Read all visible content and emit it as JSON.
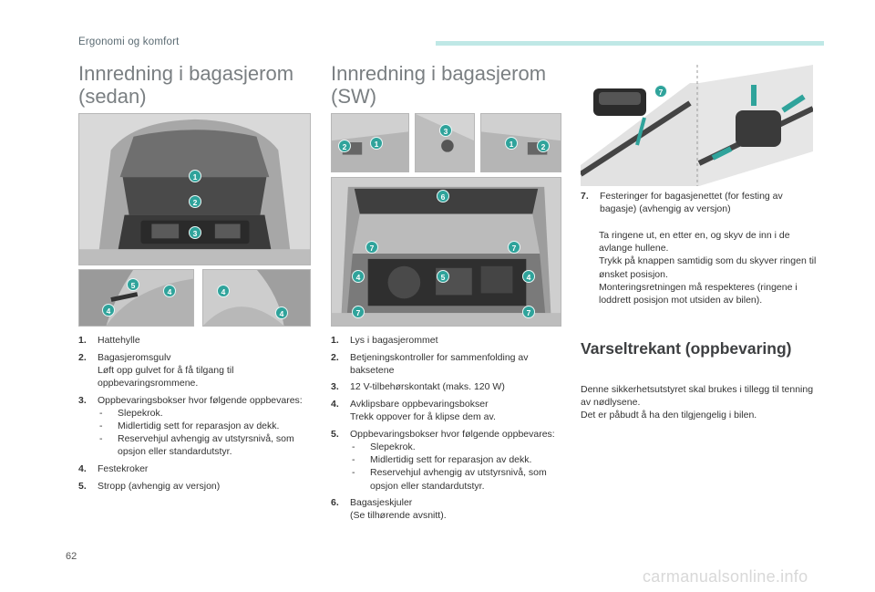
{
  "header": {
    "section": "Ergonomi og komfort"
  },
  "sedan": {
    "title_line1": "Innredning i bagasjerom",
    "title_line2": "(sedan)",
    "items": [
      {
        "num": "1.",
        "text": "Hattehylle"
      },
      {
        "num": "2.",
        "text": "Bagasjeromsgulv",
        "sub": "Løft opp gulvet for å få tilgang til oppbevaringsrommene."
      },
      {
        "num": "3.",
        "text": "Oppbevaringsbokser hvor følgende oppbevares:",
        "dashes": [
          "Slepekrok.",
          "Midlertidig sett for reparasjon av dekk.",
          "Reservehjul avhengig av utstyrsnivå, som opsjon eller standardutstyr."
        ]
      },
      {
        "num": "4.",
        "text": "Festekroker"
      },
      {
        "num": "5.",
        "text": "Stropp (avhengig av versjon)"
      }
    ]
  },
  "sw": {
    "title_line1": "Innredning i bagasjerom",
    "title_line2": "(SW)",
    "items": [
      {
        "num": "1.",
        "text": "Lys i bagasjerommet"
      },
      {
        "num": "2.",
        "text": "Betjeningskontroller for sammenfolding av baksetene"
      },
      {
        "num": "3.",
        "text": "12 V-tilbehørskontakt (maks. 120 W)"
      },
      {
        "num": "4.",
        "text": "Avklipsbare oppbevaringsbokser",
        "sub": "Trekk oppover for å klipse dem av."
      },
      {
        "num": "5.",
        "text": "Oppbevaringsbokser hvor følgende oppbevares:",
        "dashes": [
          "Slepekrok.",
          "Midlertidig sett for reparasjon av dekk.",
          "Reservehjul avhengig av utstyrsnivå, som opsjon eller standardutstyr."
        ]
      },
      {
        "num": "6.",
        "text": "Bagasjeskjuler",
        "sub": "(Se tilhørende avsnitt)."
      }
    ]
  },
  "net": {
    "item7_num": "7.",
    "item7_text": "Festeringer for bagasjenettet (for festing av bagasje) (avhengig av versjon)",
    "bullet_mark": "",
    "bullets": [
      "Ta ringene ut, en etter en, og skyv de inn i de avlange hullene.",
      "Trykk på knappen samtidig som du skyver ringen til ønsket posisjon.",
      "Monteringsretningen må respekteres (ringene i loddrett posisjon mot utsiden av bilen)."
    ]
  },
  "warning": {
    "title": "Varseltrekant (oppbevaring)",
    "line1": "Denne sikkerhetsutstyret skal brukes i tillegg til tenning av nødlysene.",
    "line2": "Det er påbudt å ha den tilgjengelig i bilen."
  },
  "markers": {
    "m1": "1",
    "m2": "2",
    "m3": "3",
    "m4": "4",
    "m5": "5",
    "m6": "6",
    "m7": "7"
  },
  "footer": {
    "page": "62",
    "watermark": "carmanualsonline.info"
  },
  "colors": {
    "accent": "#2fa39b",
    "bar": "#bfe8e6",
    "heading": "#7a7f82"
  }
}
